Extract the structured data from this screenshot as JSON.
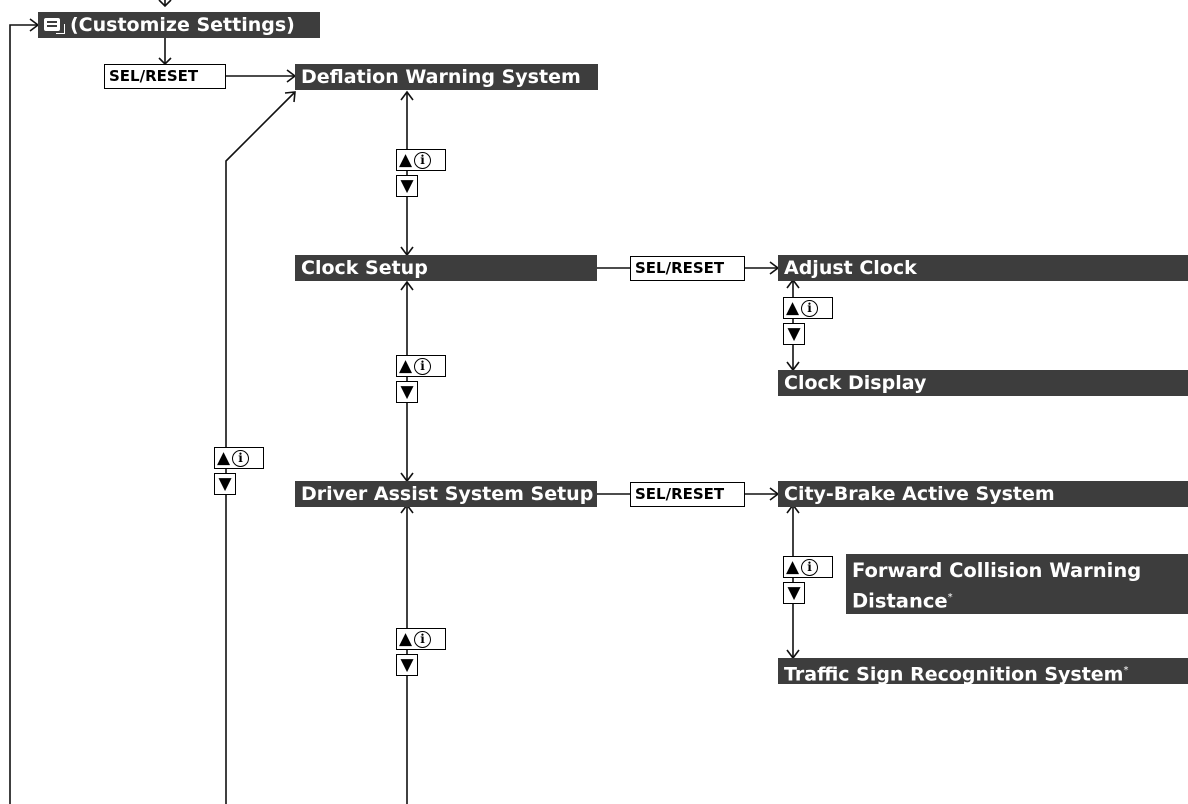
{
  "header": {
    "menu_icon": "menu-settings-icon",
    "title": "(Customize Settings)"
  },
  "nodes": {
    "deflation": "Deflation Warning System",
    "clock_setup": "Clock Setup",
    "adjust_clock": "Adjust Clock",
    "clock_display": "Clock Display",
    "driver_assist": "Driver Assist System Setup",
    "city_brake": "City-Brake Active System",
    "forward_collision_line1": "Forward Collision Warning",
    "forward_collision_line2": "Distance",
    "traffic_sign": "Traffic Sign Recognition System",
    "asterisk": "*"
  },
  "buttons": {
    "sel_reset": "SEL/RESET"
  },
  "keys": {
    "up_symbol": "▲",
    "info_symbol": "i",
    "down_symbol": "▼"
  }
}
